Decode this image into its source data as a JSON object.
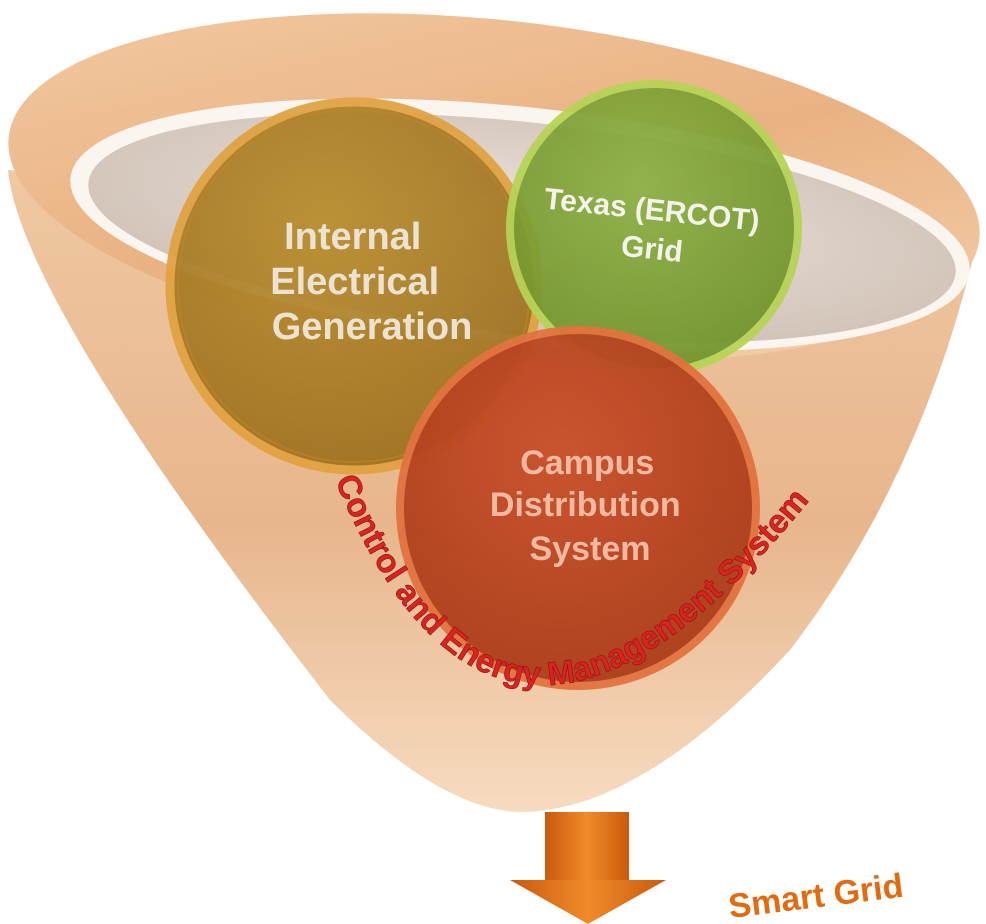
{
  "circles": [
    {
      "key": "internal",
      "lines": [
        "Internal",
        "Electrical",
        "Generation"
      ]
    },
    {
      "key": "texas",
      "lines": [
        "Texas (ERCOT)",
        "Grid"
      ]
    },
    {
      "key": "campus",
      "lines": [
        "Campus",
        "Distribution",
        "System"
      ]
    }
  ],
  "funnel_label": "Control and Energy Management System",
  "output_label": "Smart Grid",
  "colors": {
    "funnel": "#e9b78a",
    "internal": "#b98a2a",
    "texas": "#86a83a",
    "campus": "#c44a1e",
    "arc_text": "#d9231f",
    "output_text": "#e46a10",
    "arrow": "#e4741c"
  }
}
